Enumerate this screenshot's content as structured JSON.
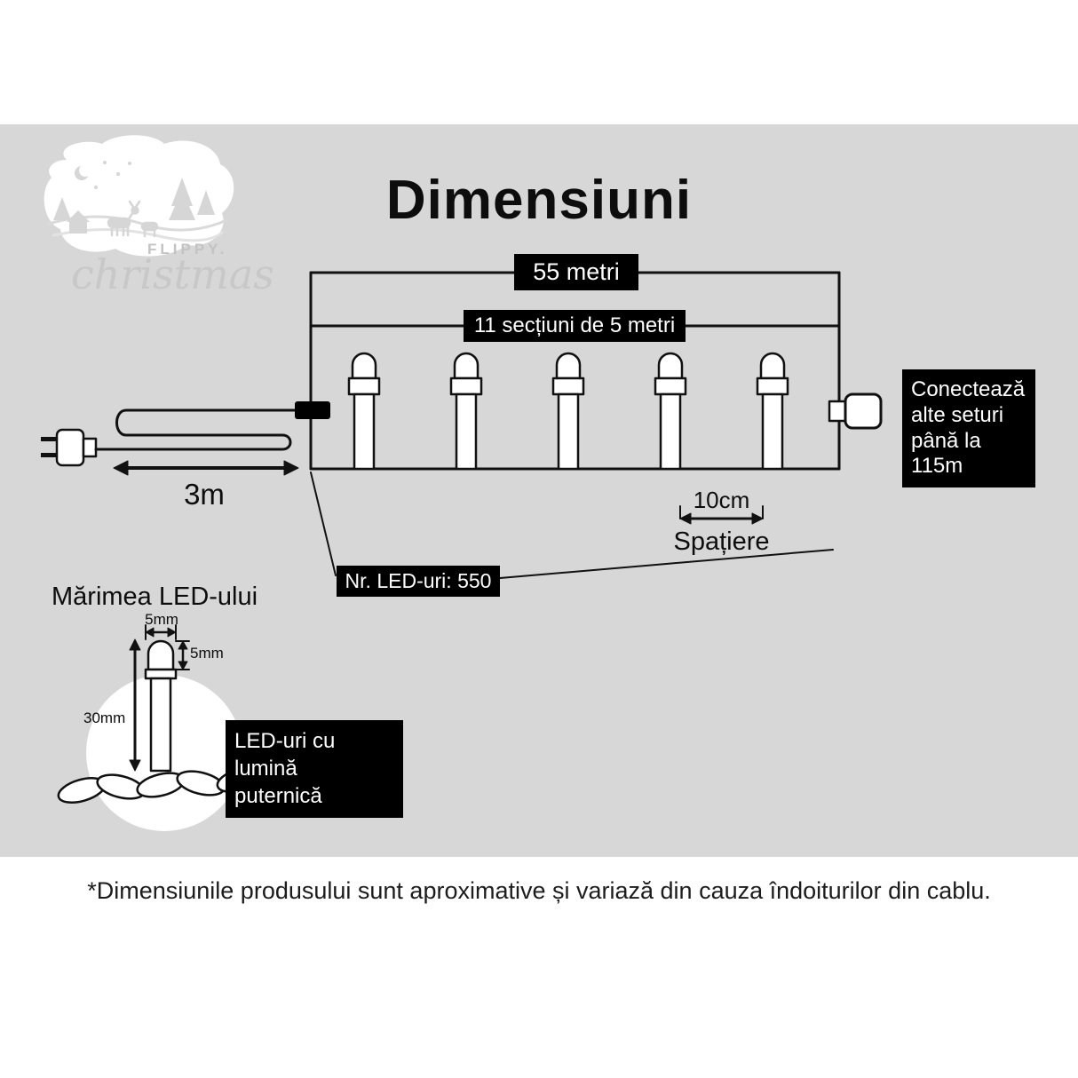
{
  "logo": {
    "brand_top": "FLIPPY.",
    "brand_script": "christmas"
  },
  "title": "Dimensiuni",
  "diagram": {
    "total_label": "55 metri",
    "sections_label": "11 secțiuni de 5 metri",
    "lead_label": "3m",
    "connect_lines": [
      "Conectează",
      "alte seturi",
      "până la 115m"
    ],
    "spacing_value": "10cm",
    "spacing_label": "Spațiere",
    "led_count": "Nr. LED-uri: 550"
  },
  "led_size": {
    "section_title": "Mărimea LED-ului",
    "width_label": "5mm",
    "dome_height_label": "5mm",
    "body_height_label": "30mm",
    "callout_lines": [
      "LED-uri cu lumină",
      "puternică"
    ]
  },
  "footnote": "*Dimensiunile produsului sunt aproximative și variază din cauza îndoiturilor din cablu.",
  "colors": {
    "band": "#d7d7d7",
    "label_bg": "#000000",
    "label_text": "#ffffff"
  }
}
